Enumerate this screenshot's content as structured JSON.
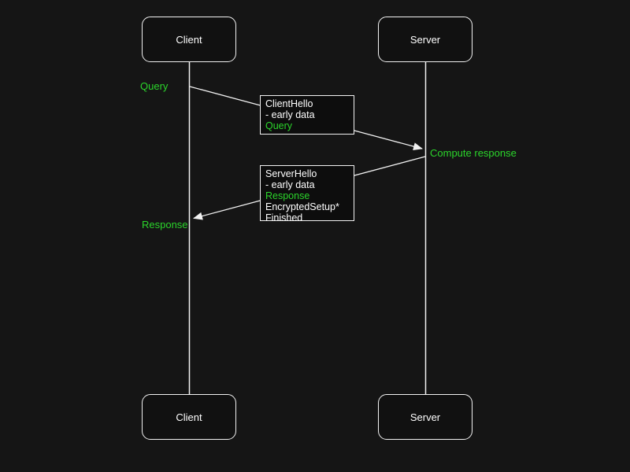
{
  "diagram": {
    "kind": "sequence-diagram",
    "colors": {
      "background": "#151515",
      "stroke": "#f2f2f2",
      "text": "#ffffff",
      "green": "#2bd52b",
      "box_fill": "#0d0d0d"
    },
    "actors": {
      "client": "Client",
      "server": "Server"
    },
    "annotations": {
      "query": "Query",
      "compute_response": "Compute response",
      "response": "Response"
    },
    "messages": [
      {
        "from": "client",
        "to": "server",
        "lines": [
          {
            "text": "ClientHello",
            "color": "#ffffff"
          },
          {
            "text": "- early data",
            "color": "#ffffff"
          },
          {
            "text": "Query",
            "color": "#2bd52b"
          }
        ]
      },
      {
        "from": "server",
        "to": "client",
        "lines": [
          {
            "text": "ServerHello",
            "color": "#ffffff"
          },
          {
            "text": "- early data",
            "color": "#ffffff"
          },
          {
            "text": "Response",
            "color": "#2bd52b"
          },
          {
            "text": "EncryptedSetup*",
            "color": "#ffffff"
          },
          {
            "text": "Finished",
            "color": "#ffffff"
          }
        ]
      }
    ]
  }
}
